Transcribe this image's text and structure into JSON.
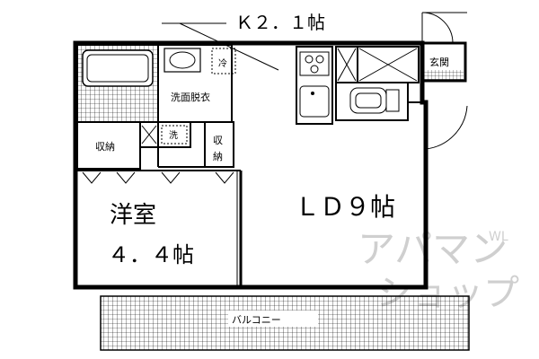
{
  "labels": {
    "kitchen": "Ｋ２．１帖",
    "entrance": "玄関",
    "refrigerator": "冷",
    "washroom": "洗面脱衣",
    "washer": "洗",
    "storage_left": "収納",
    "storage_right_1": "収",
    "storage_right_2": "納",
    "western_room_1": "洋室",
    "western_room_2": "４．４帖",
    "living_dining": "ＬＤ９帖",
    "balcony": "バルコニー"
  },
  "watermark": {
    "line1": "アパマン",
    "line2": "ショップ",
    "small": "WL"
  },
  "colors": {
    "line": "#000000",
    "background": "#ffffff",
    "watermark": "#cfcfcf"
  }
}
